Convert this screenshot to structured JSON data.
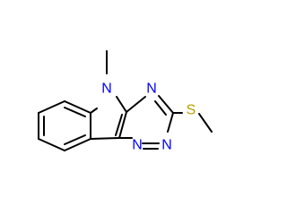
{
  "molecule": {
    "colors": {
      "bond": "#000000",
      "nitrogen": "#0000ff",
      "sulfur": "#b8a000",
      "background": "#ffffff"
    },
    "atoms": [
      {
        "id": "n_pyrrole",
        "label": "N",
        "element": "N"
      },
      {
        "id": "n_triazine_top",
        "label": "N",
        "element": "N"
      },
      {
        "id": "n_triazine_bottom_left",
        "label": "N",
        "element": "N"
      },
      {
        "id": "n_triazine_bottom_right",
        "label": "N",
        "element": "N"
      },
      {
        "id": "s_thioether",
        "label": "S",
        "element": "S"
      }
    ]
  }
}
